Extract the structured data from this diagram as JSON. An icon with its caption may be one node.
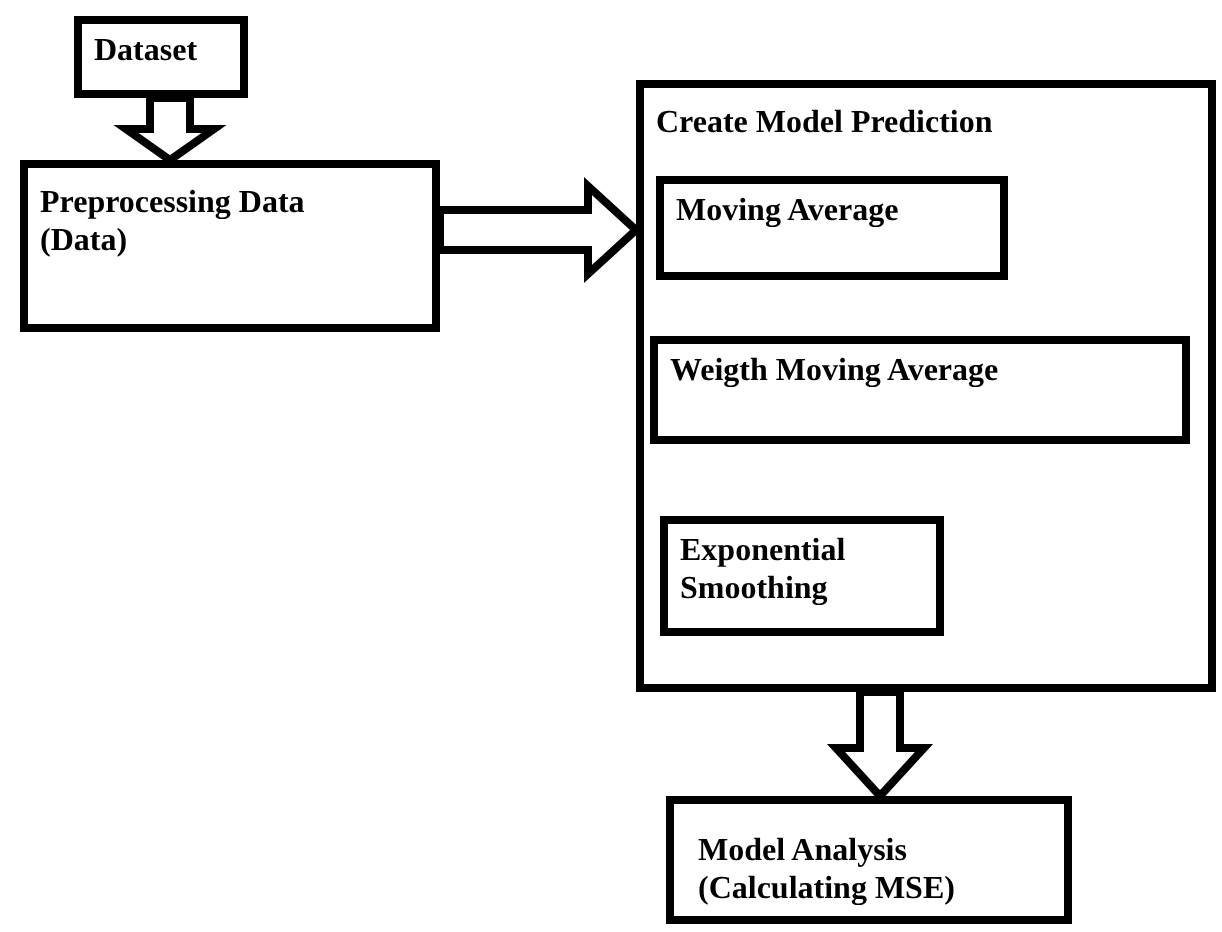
{
  "diagram": {
    "nodes": [
      {
        "text": [
          "Dataset"
        ]
      },
      {
        "text": [
          "Preprocessing Data (Data)"
        ]
      },
      {
        "text": [
          "Create Model Prediction"
        ]
      },
      {
        "text": [
          "Moving Average"
        ],
        "in": 2
      },
      {
        "text": [
          "Weigth Moving Average"
        ],
        "in": 2
      },
      {
        "text": [
          "Exponential Smoothing"
        ],
        "in": 2
      },
      {
        "text": [
          "Model Analysis (Calculating MSE)"
        ]
      }
    ],
    "edges": [
      {
        "from": 0,
        "to": 1,
        "arrow": "to"
      },
      {
        "from": 1,
        "to": 2,
        "arrow": "to"
      },
      {
        "from": 2,
        "to": 6,
        "arrow": "to"
      }
    ]
  }
}
